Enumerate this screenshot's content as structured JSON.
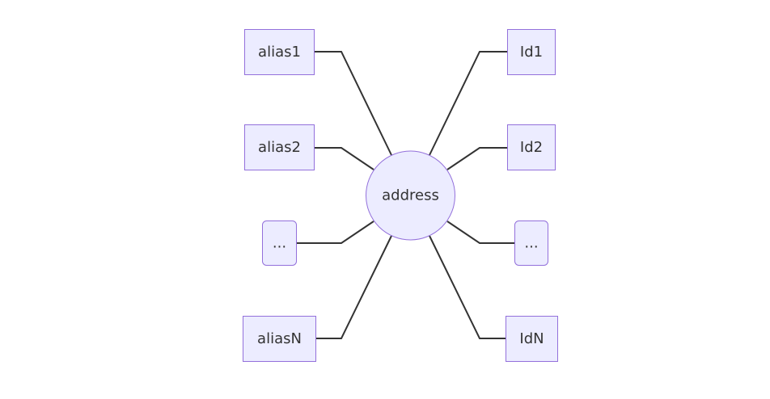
{
  "diagram": {
    "center": {
      "label": "address"
    },
    "left_nodes": [
      {
        "label": "alias1"
      },
      {
        "label": "alias2"
      },
      {
        "label": "..."
      },
      {
        "label": "aliasN"
      }
    ],
    "right_nodes": [
      {
        "label": "Id1"
      },
      {
        "label": "Id2"
      },
      {
        "label": "..."
      },
      {
        "label": "IdN"
      }
    ]
  }
}
